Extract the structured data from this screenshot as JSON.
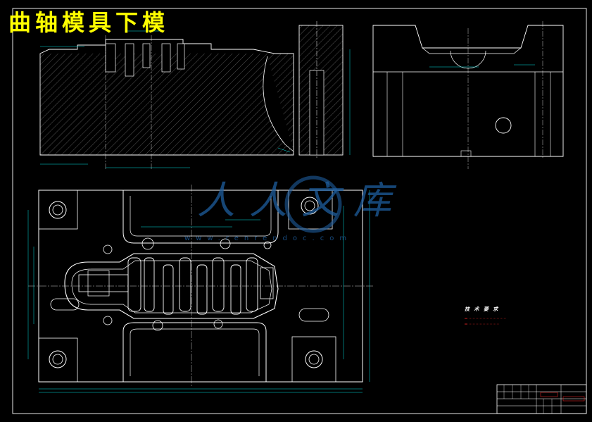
{
  "drawing": {
    "title": "曲轴模具下模",
    "tech_requirements_heading": "技 术 要 求",
    "watermark_text": "人人文库",
    "watermark_url": "www.renrendoc.com",
    "colors": {
      "background": "#000000",
      "outline": "#ffffff",
      "title": "#ffff00",
      "dimension": "#00e0e0",
      "hatch": "#9a9a9a",
      "notes": "#ff2a2a",
      "watermark": "#1e5e9e"
    }
  }
}
